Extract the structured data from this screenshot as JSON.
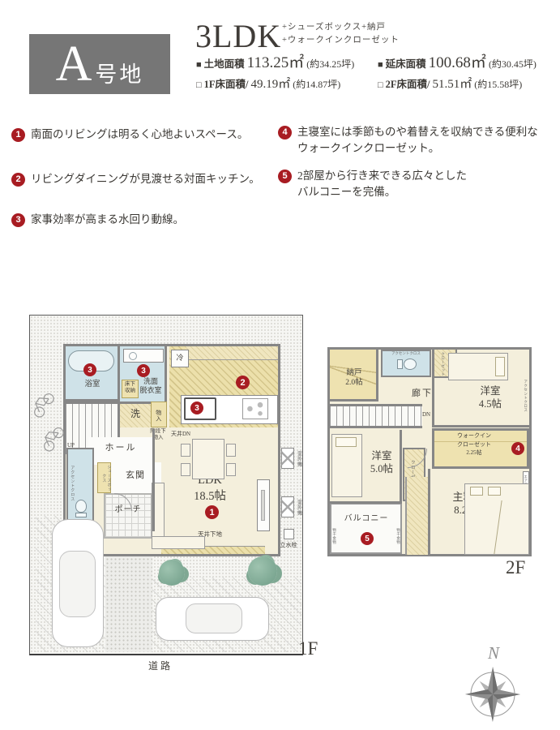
{
  "colors": {
    "badge_red": "#a81c22",
    "plot_box_gray": "#767676",
    "wall_gray": "#868686",
    "room_cream": "#f4efdc",
    "wet_blue": "#cfe2e8",
    "storage_yellow": "#eee2b0"
  },
  "header": {
    "plot": {
      "letter": "A",
      "suffix": "号地"
    },
    "type": "3LDK",
    "extras": "+シューズボックス+納戸\n+ウォークインクローゼット",
    "areas": [
      {
        "marker": "■",
        "name": "土地面積",
        "value": "113.25㎡",
        "tsubo": "(約34.25坪)"
      },
      {
        "marker": "■",
        "name": "延床面積",
        "value": "100.68㎡",
        "tsubo": "(約30.45坪)"
      },
      {
        "marker": "□",
        "name": "1F床面積/",
        "value": "49.19㎡",
        "tsubo": "(約14.87坪)"
      },
      {
        "marker": "□",
        "name": "2F床面積/",
        "value": "51.51㎡",
        "tsubo": "(約15.58坪)"
      }
    ]
  },
  "features": [
    {
      "num": "1",
      "text": "南面のリビングは明るく心地よいスペース。"
    },
    {
      "num": "2",
      "text": "リビングダイニングが見渡せる対面キッチン。"
    },
    {
      "num": "3",
      "text": "家事効率が高まる水回り動線。"
    },
    {
      "num": "4",
      "text": "主寝室には季節ものや着替えを収納できる便利な\nウォークインクローゼット。"
    },
    {
      "num": "5",
      "text": "2部屋から行き来できる広々とした\nバルコニーを完備。"
    }
  ],
  "plan1f": {
    "floor": "1F",
    "road": "道路",
    "bath": "浴室",
    "washroom": "洗面\n脱衣室",
    "underfloor": "床下\n収納",
    "laundry": "洗",
    "storage": "物入",
    "fridge": "冷",
    "hall": "ホール",
    "entrance": "玄関",
    "shoebox": "シューズボックス",
    "porch": "ポーチ",
    "ldk": "LDK\n18.5帖",
    "up": "UP",
    "understairs": "階段下\n物入",
    "ceiling_dn": "天井DN",
    "ceiling_base": "天井下地",
    "outdoor_unit": "室外機",
    "aircon": "エアコン",
    "faucet": "立水栓",
    "accent": "アクセントクロス"
  },
  "plan2f": {
    "floor": "2F",
    "storage_room": "納戸\n2.0帖",
    "corridor": "廊下",
    "dn": "DN",
    "west45": "洋室\n4.5帖",
    "wic": "ウォークイン\nクローゼット\n2.25帖",
    "west50": "洋室\n5.0帖",
    "closet": "クローゼット",
    "balcony": "バルコニー",
    "master": "主寝室\n8.25帖",
    "hw": "物干金物",
    "accent": "アクセントクロス",
    "aircon": "エアコン"
  },
  "compass": {
    "n": "N"
  }
}
